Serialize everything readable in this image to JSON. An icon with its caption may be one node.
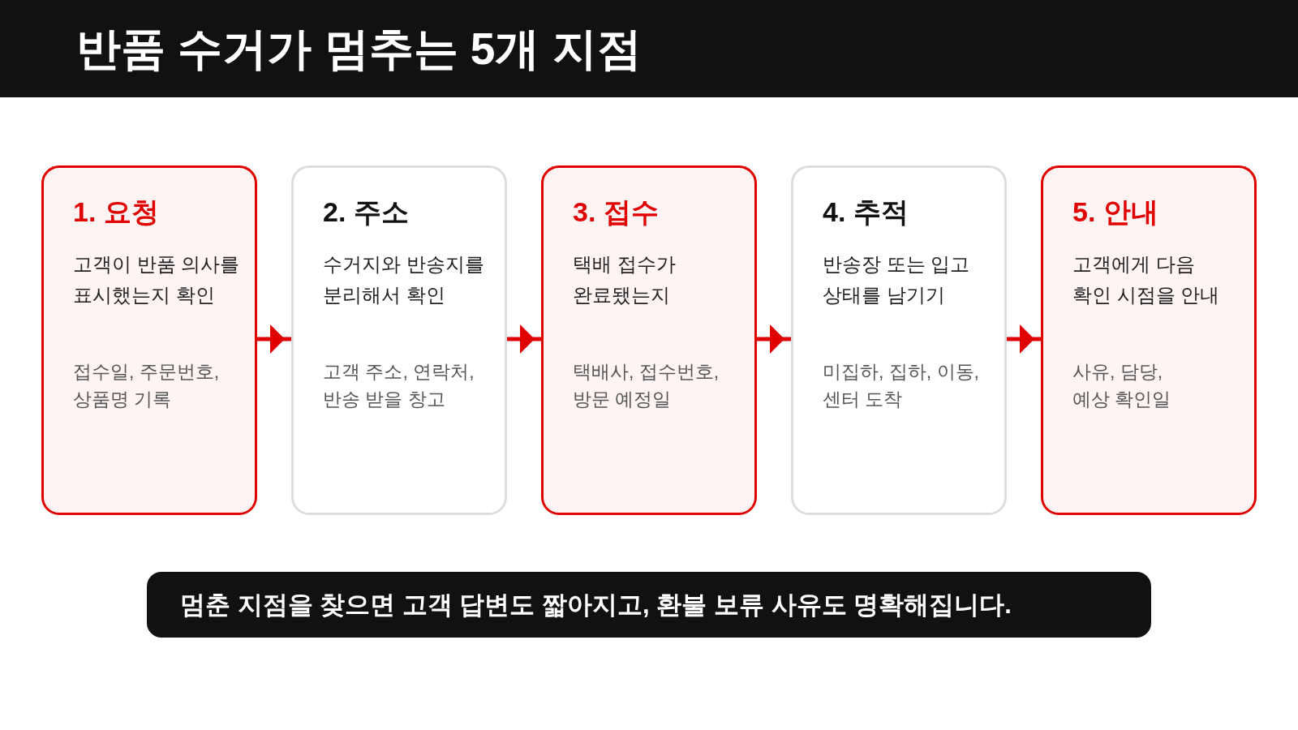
{
  "diagram": {
    "title": "반품 수거가 멈추는 5개 지점",
    "nodes": [
      {
        "text": [
          "1. 요청",
          "고객이 반품 의사를 표시했는지 확인",
          "접수일, 주문번호, 상품명 기록"
        ]
      },
      {
        "text": [
          "2. 주소",
          "수거지와 반송지를 분리해서 확인",
          "고객 주소, 연락처, 반송 받을 창고"
        ]
      },
      {
        "text": [
          "3. 접수",
          "택배 접수가 완료됐는지",
          "택배사, 접수번호, 방문 예정일"
        ]
      },
      {
        "text": [
          "4. 추적",
          "반송장 또는 입고 상태를 남기기",
          "미집하, 집하, 이동, 센터 도착"
        ]
      },
      {
        "text": [
          "5. 안내",
          "고객에게 다음 확인 시점을 안내",
          "사유, 담당, 예상 확인일"
        ]
      },
      {
        "text": [
          "멈춘 지점을 찾으면 고객 답변도 짧아지고, 환불 보류 사유도 명확해집니다."
        ]
      }
    ],
    "edges": [
      {
        "from": 0,
        "to": 1,
        "arrow": "to"
      },
      {
        "from": 1,
        "to": 2,
        "arrow": "to"
      },
      {
        "from": 2,
        "to": 3,
        "arrow": "to"
      },
      {
        "from": 3,
        "to": 4,
        "arrow": "to"
      }
    ]
  }
}
